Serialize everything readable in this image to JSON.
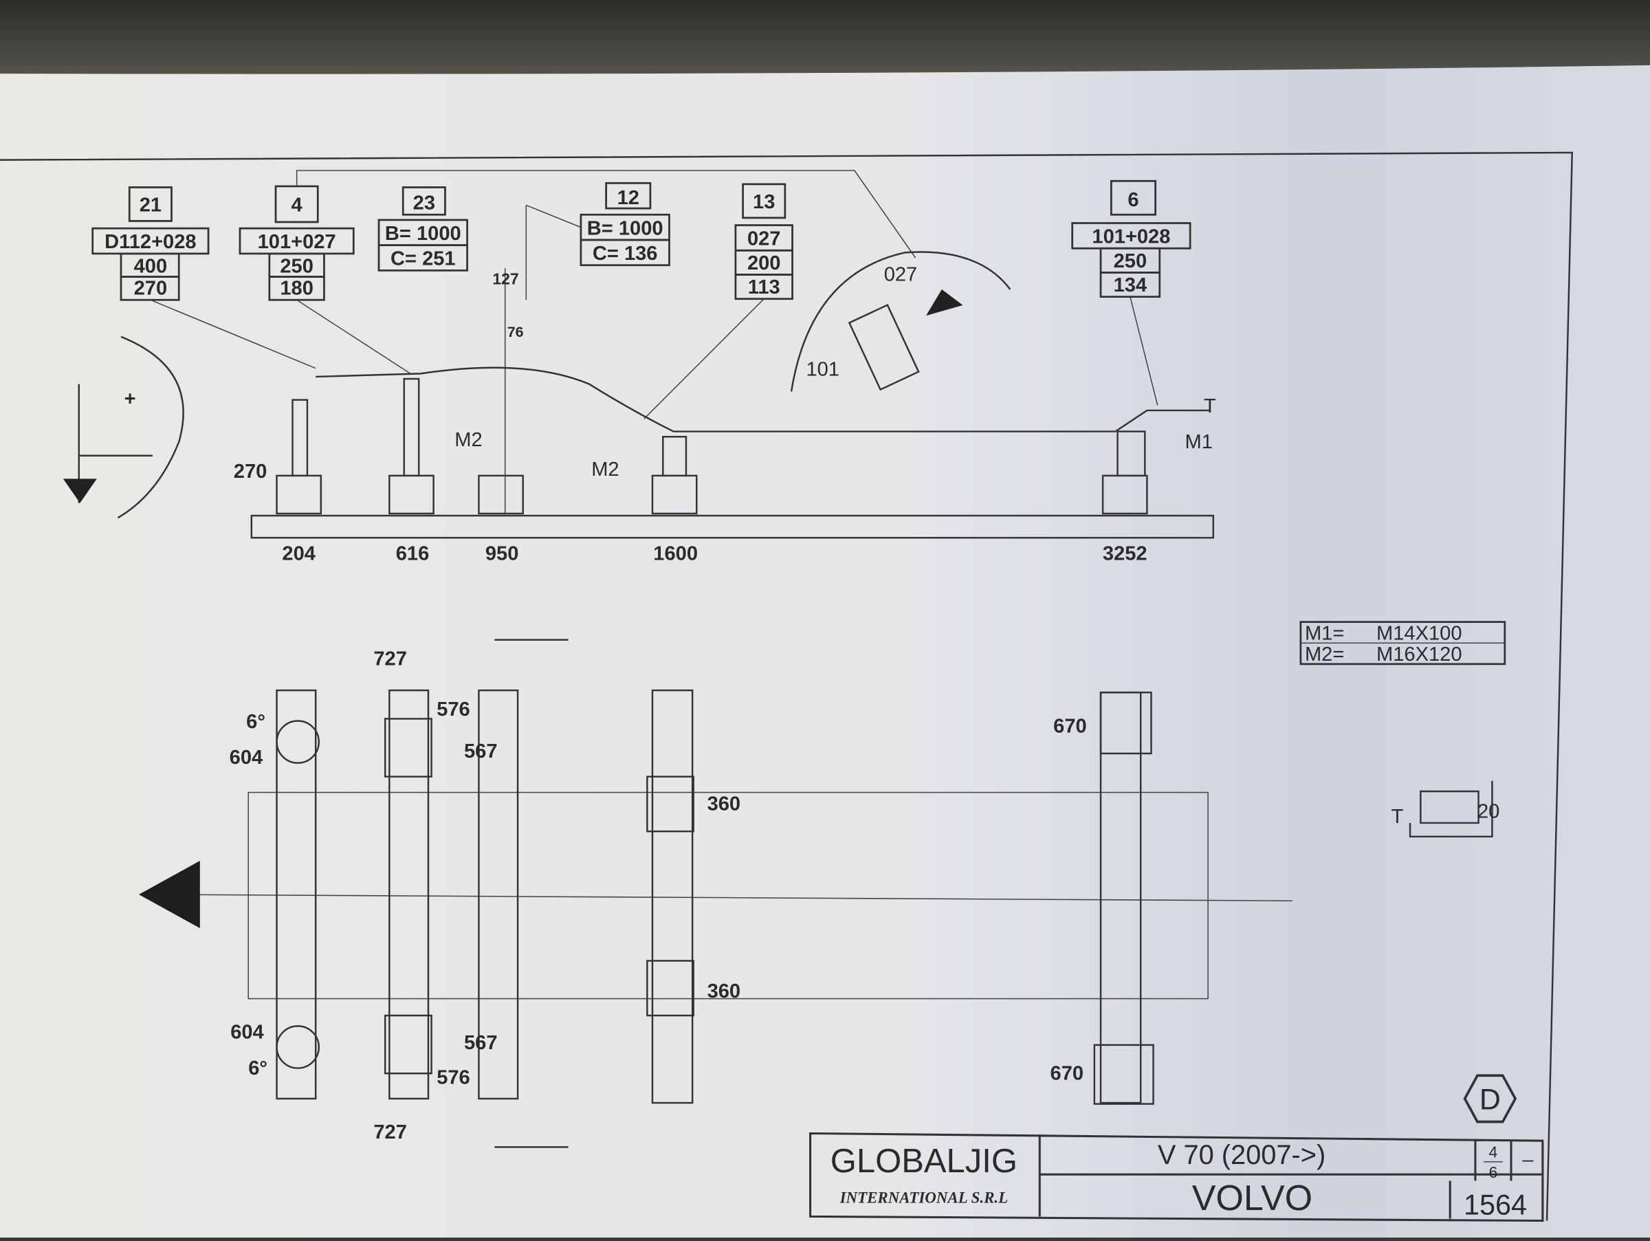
{
  "top_boxes": [
    {
      "id": "21",
      "rows": [
        "D112+028",
        "400",
        "270"
      ]
    },
    {
      "id": "4",
      "rows": [
        "101+027",
        "250",
        "180"
      ]
    },
    {
      "id": "23",
      "rows": [
        "B= 1000",
        "C=  251"
      ]
    },
    {
      "id": "12",
      "rows": [
        "B= 1000",
        "C=  136"
      ]
    },
    {
      "id": "13",
      "rows": [
        "027",
        "200",
        "113"
      ]
    },
    {
      "id": "6",
      "rows": [
        "101+028",
        "250",
        "134"
      ]
    }
  ],
  "side_view": {
    "labels": {
      "h127": "127",
      "h76": "76",
      "h270": "270",
      "m2a": "M2",
      "m2b": "M2",
      "m1": "M1",
      "t": "T"
    },
    "detail": {
      "a": "027",
      "b": "101"
    },
    "positions": [
      "204",
      "616",
      "950",
      "1600",
      "3252"
    ]
  },
  "bolt_legend": [
    {
      "key": "M1=",
      "value": "M14X100"
    },
    {
      "key": "M2=",
      "value": "M16X120"
    }
  ],
  "plan_view": {
    "labels": {
      "l727a": "727",
      "l576a": "576",
      "l567a": "567",
      "ang_a": "6°",
      "l604a": "604",
      "l360a": "360",
      "l360b": "360",
      "l604b": "604",
      "ang_b": "6°",
      "l567b": "567",
      "l576b": "576",
      "l727b": "727",
      "l670a": "670",
      "l670b": "670"
    },
    "detail_t": "T",
    "detail_20": "20"
  },
  "revision_mark": "D",
  "title_block": {
    "company": "GLOBALJIG",
    "company_sub": "INTERNATIONAL S.R.L",
    "model": "V 70   (2007->)",
    "make": "VOLVO",
    "sheet_num": "4",
    "sheet_total": "6",
    "rev": "–",
    "drawing_no": "1564"
  }
}
